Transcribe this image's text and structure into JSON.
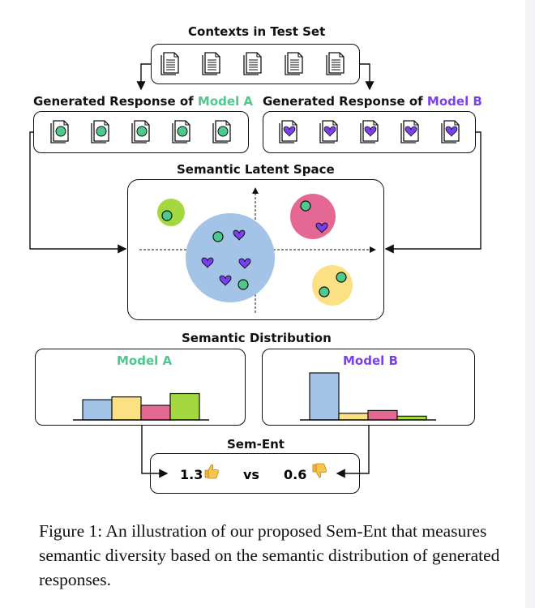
{
  "top": {
    "title": "Contexts in Test Set",
    "doc_icon": "document-icon",
    "count": 5
  },
  "responses": {
    "prefix": "Generated Response of ",
    "model_a": "Model A",
    "model_b": "Model B",
    "icon_a": "document-circle-icon",
    "icon_b": "document-heart-icon",
    "count": 5
  },
  "latent": {
    "title": "Semantic Latent Space"
  },
  "distribution": {
    "title": "Semantic Distribution",
    "model_a_label": "Model A",
    "model_b_label": "Model B",
    "model_a_values": [
      0.43,
      0.49,
      0.31,
      0.56
    ],
    "model_b_values": [
      1.0,
      0.14,
      0.2,
      0.08
    ]
  },
  "sement": {
    "title": "Sem-Ent",
    "value_a": "1.3",
    "vs": "vs",
    "value_b": "0.6",
    "icon_a": "thumbs-up-icon",
    "icon_b": "thumbs-down-icon"
  },
  "colors": {
    "green": "#4cc98b",
    "purple": "#7b3ff2",
    "blue": "#a3c4e6",
    "yellow": "#fbe084",
    "pink": "#e56793",
    "lime": "#a4d83f"
  },
  "caption": "Figure 1: An illustration of our proposed Sem-Ent that measures semantic diversity based on the semantic distribution of generated responses."
}
